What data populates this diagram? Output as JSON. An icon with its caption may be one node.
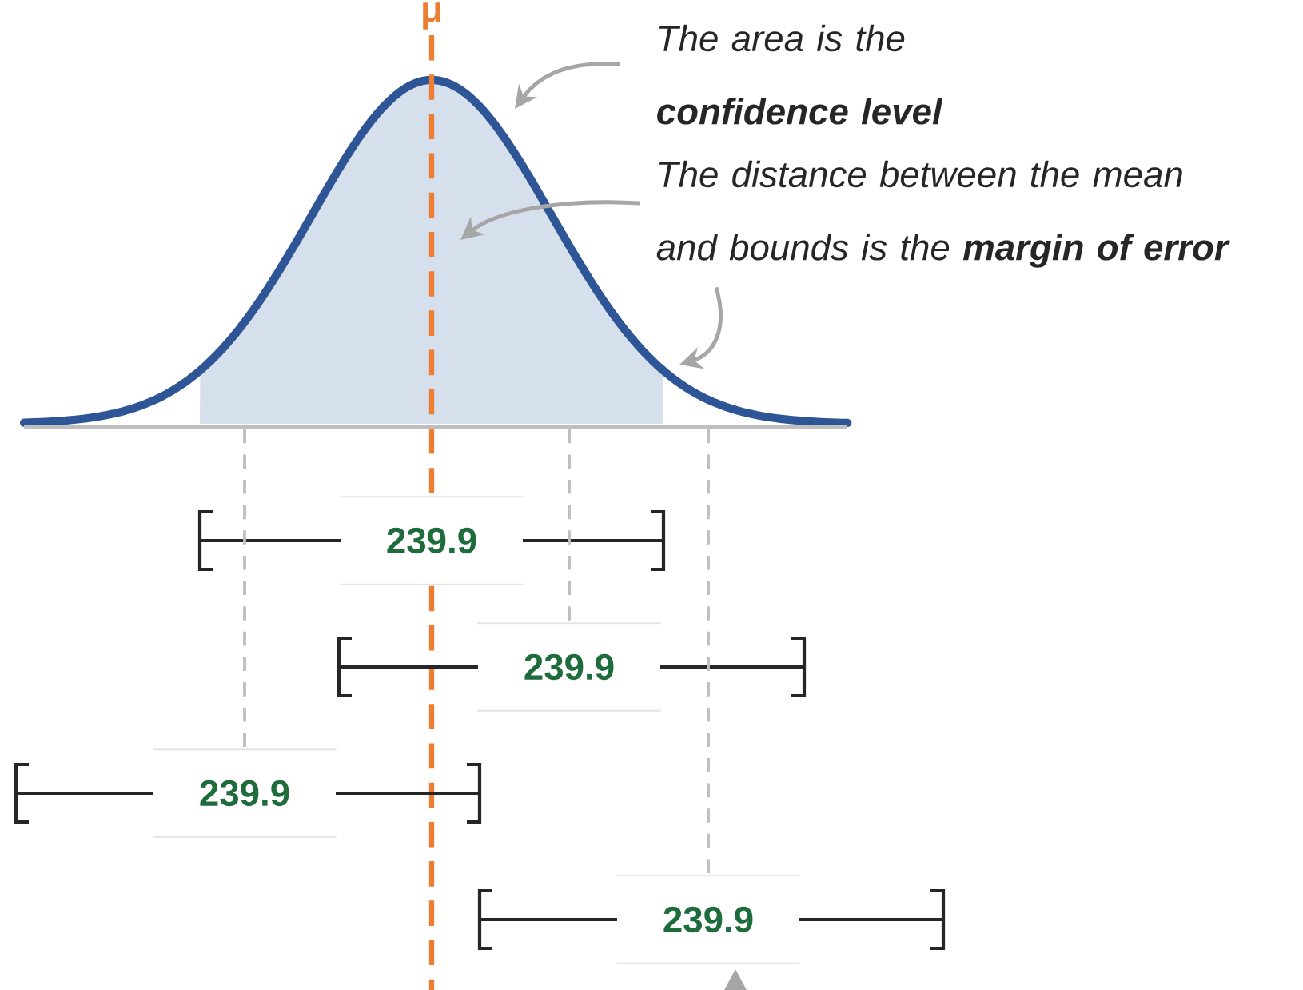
{
  "diagram": {
    "nodes": [
      {
        "text": [
          "The area is the **confidence level**"
        ]
      },
      {
        "text": [
          "The distance between the mean and bounds is the **margin of error**"
        ]
      },
      {
        "text": [],
        "shape": "bar"
      },
      {
        "text": [
          "239.9"
        ]
      },
      {
        "text": [
          "239.9"
        ]
      },
      {
        "text": [
          "239.9"
        ]
      },
      {
        "text": [
          "239.9"
        ]
      }
    ],
    "edges": [
      {
        "from": 0,
        "to": null,
        "arrow": "to"
      },
      {
        "from": 1,
        "to": null,
        "arrow": "to"
      },
      {
        "from": 1,
        "to": null,
        "arrow": "to"
      },
      {
        "from": 2,
        "to": 5,
        "arrow": "none",
        "style": "dashed",
        "color": "#bfbfbf"
      },
      {
        "from": 2,
        "to": 4,
        "arrow": "none",
        "style": "dashed",
        "color": "#bfbfbf"
      },
      {
        "from": 2,
        "to": 6,
        "arrow": "none",
        "style": "dashed",
        "color": "#bfbfbf"
      }
    ],
    "labels": [
      "μ"
    ]
  }
}
